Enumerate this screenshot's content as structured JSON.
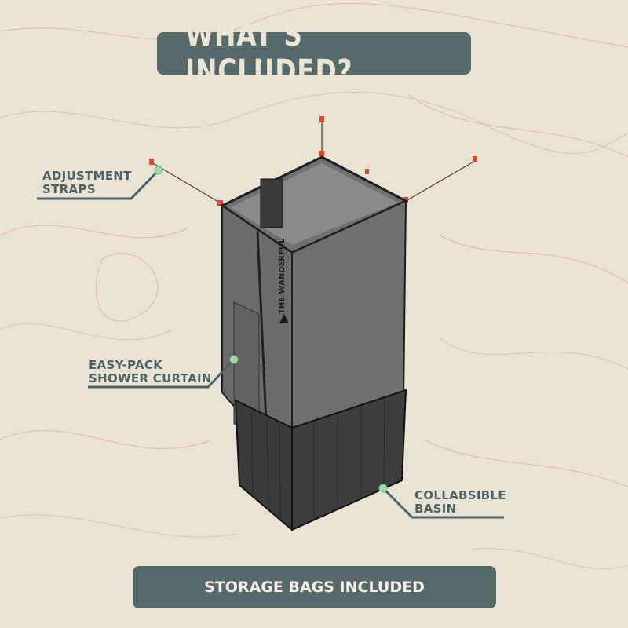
{
  "title": "WHAT’S INCLUDED?",
  "callouts": {
    "straps": [
      "ADJUSTMENT",
      "STRAPS"
    ],
    "curtain": [
      "EASY-PACK",
      "SHOWER CURTAIN"
    ],
    "basin": [
      "COLLABSIBLE",
      "BASIN"
    ]
  },
  "logo_text": "THE WANDERFUL",
  "footer": "STORAGE BAGS INCLUDED",
  "colors": {
    "background": "#e9e3d5",
    "pill": "#56696b",
    "label": "#4f6366",
    "dot": "#9ed9b0",
    "accent": "#e0482a"
  }
}
